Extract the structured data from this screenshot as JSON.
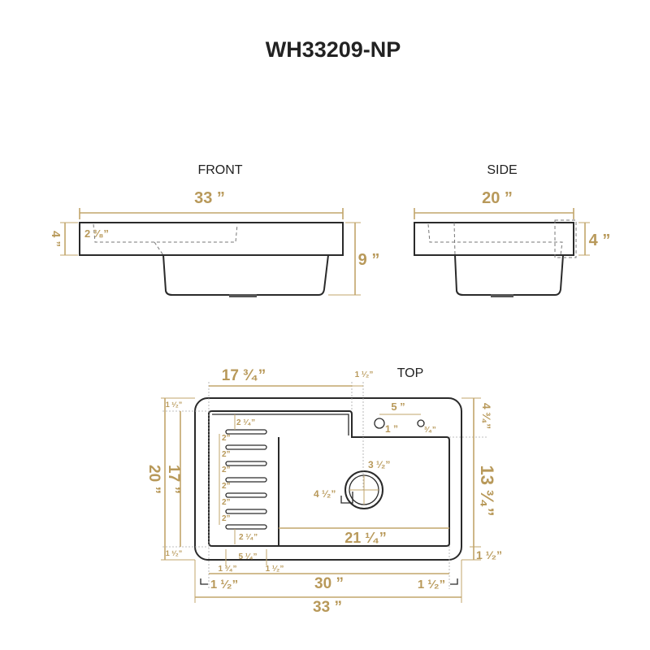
{
  "title": "WH33209-NP",
  "colors": {
    "dimension": "#b8995a",
    "outline": "#2a2a2a"
  },
  "front": {
    "label": "FRONT",
    "width": "33 ”",
    "depth_total": "9 ”",
    "rim_height": "4 ”",
    "drainboard_depth": "2 ³⁄₈”"
  },
  "side": {
    "label": "SIDE",
    "width": "20 ”",
    "rim_height": "4 ”"
  },
  "top": {
    "label": "TOP",
    "drainboard_width": "17 ³⁄₄”",
    "step_offset": "1 ¹⁄₂”",
    "overall_depth": "20 ”",
    "inner_depth": "17 ”",
    "left_top_margin": "1 ¹⁄₂”",
    "left_bottom_margin": "1 ¹⁄₂”",
    "right_top": "4 ³⁄₄”",
    "basin_depth": "13 ³⁄₄”",
    "right_bottom_margin": "1 ¹⁄₂”",
    "faucet_spacing": "5 ”",
    "faucet_hole_1": "1 ”",
    "faucet_hole_2": "³⁄₄”",
    "slot_top_gap": "2 ¹⁄₄”",
    "slot_bottom_gap": "2 ¹⁄₄”",
    "slot_spacings": [
      "2”",
      "2”",
      "2”",
      "2”",
      "2”",
      "2”"
    ],
    "drain_inner": "3 ¹⁄₂”",
    "drain_outer": "4 ¹⁄₂”",
    "basin_width": "21 ¹⁄₄”",
    "slot_left": "1 ³⁄₄”",
    "slot_length": "5 ¹⁄₄”",
    "slot_right": "1 ¹⁄₂”",
    "inner_width": "30 ”",
    "left_margin": "1 ¹⁄₂”",
    "right_margin": "1 ¹⁄₂”",
    "overall_width": "33 ”"
  }
}
